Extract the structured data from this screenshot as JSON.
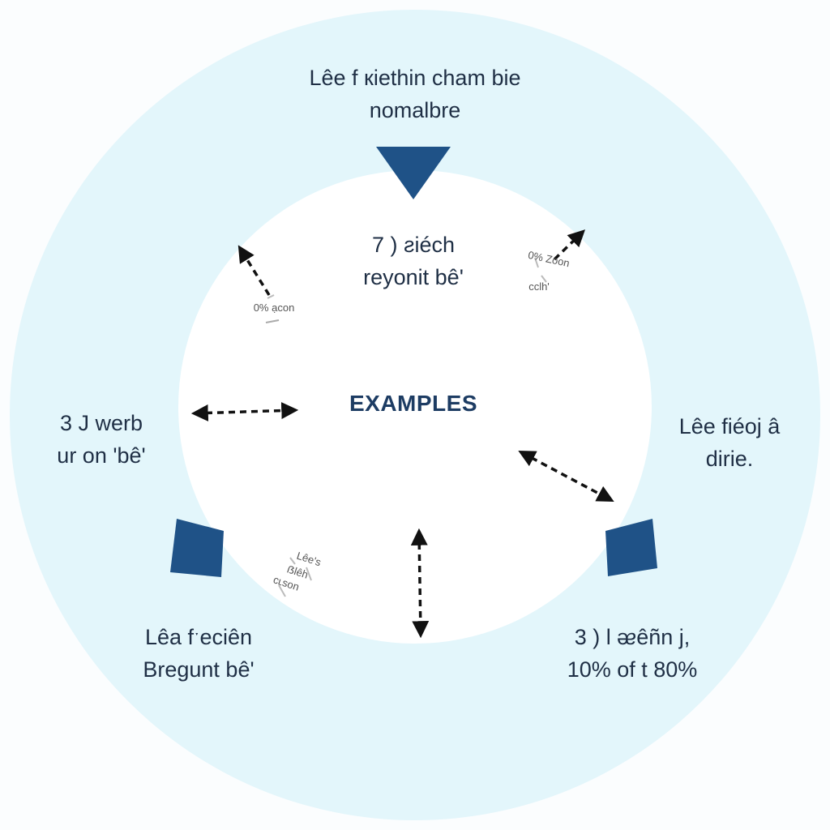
{
  "colors": {
    "outer_ring": "#e3f6fb",
    "inner_disc": "#ffffff",
    "accent": "#1f5287",
    "arrow": "#111111",
    "text": "#1f2f45"
  },
  "diagram": {
    "center_label": "EXAMPLES",
    "labels": {
      "top_outer": "Lêe f кiethin cham bie\nnomalbre",
      "top_inner": "7 ) ƨiéch\nreyonit bê'",
      "left": "3 J werb\nur on 'bê'",
      "right": "Lêe fiéoj â\ndirie.",
      "bottom_left": "Lêa fˑeciên\nBregunt bê'",
      "bottom_right": "3 ) l ᴂêñn j,\n10% of t 80%"
    },
    "annotations": {
      "upper_left": "0% ạcon",
      "upper_right_1": "0% Zoon",
      "upper_right_2": "cclh'",
      "lower_left_1": "Lêe's",
      "lower_left_2": "ẞlêh",
      "lower_left_3": "cʟson"
    },
    "markers": [
      {
        "name": "top-triangle-marker",
        "shape": "triangle"
      },
      {
        "name": "bottom-left-square-marker",
        "shape": "square"
      },
      {
        "name": "bottom-right-square-marker",
        "shape": "square"
      }
    ],
    "arrows": [
      {
        "name": "arrow-upper-left",
        "heads": "one"
      },
      {
        "name": "arrow-upper-right",
        "heads": "one"
      },
      {
        "name": "arrow-left-horizontal",
        "heads": "both"
      },
      {
        "name": "arrow-right-diagonal",
        "heads": "both"
      },
      {
        "name": "arrow-bottom-vertical",
        "heads": "both"
      }
    ]
  }
}
